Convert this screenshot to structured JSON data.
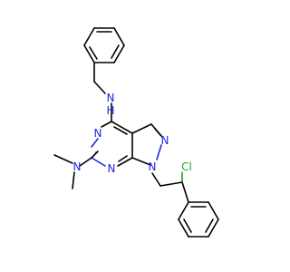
{
  "colors": {
    "background": "#ffffff",
    "carbon_bond": "#000000",
    "nitrogen": "#1f24e6",
    "chlorine": "#28a028"
  },
  "atoms": {
    "n_benzylamino": "N",
    "h_benzylamino": "H",
    "n_dimethylamino": "N",
    "n_pyrimidine_1": "N",
    "n_pyrimidine_3": "N",
    "n_pyrazole_1": "N",
    "n_pyrazole_2": "N",
    "chlorine": "Cl"
  }
}
